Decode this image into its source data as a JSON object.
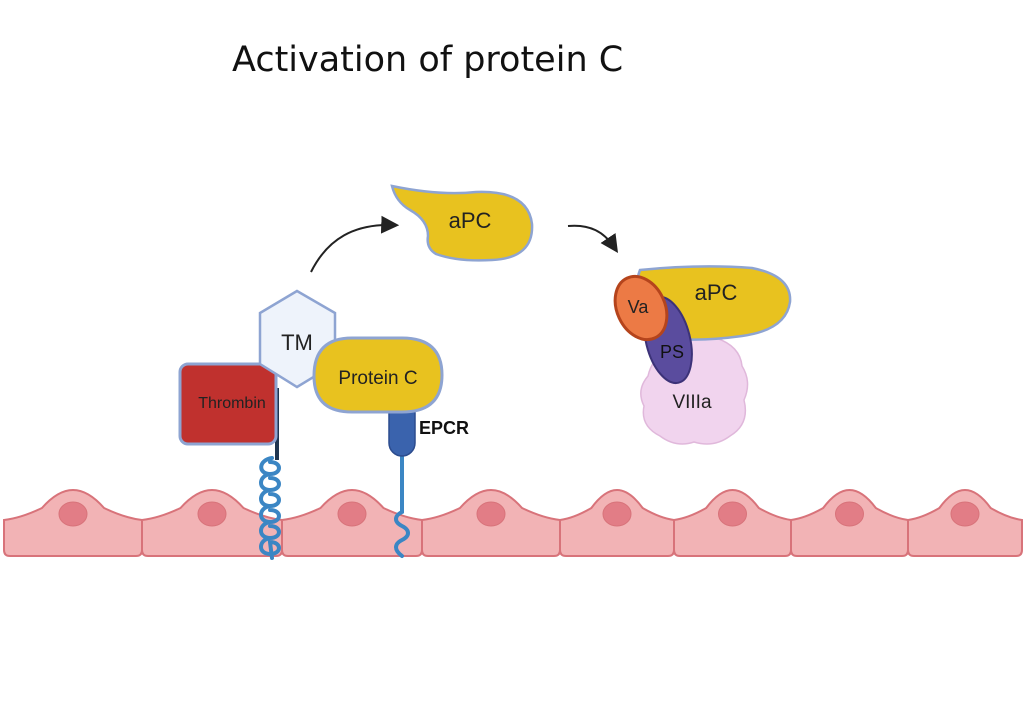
{
  "title": "Activation of protein C",
  "labels": {
    "tm": "TM",
    "thrombin": "Thrombin",
    "protein_c": "Protein C",
    "epcr": "EPCR",
    "apc_free": "aPC",
    "apc_complex": "aPC",
    "va": "Va",
    "ps": "PS",
    "viiia": "VIIIa"
  },
  "colors": {
    "cell_fill": "#f2b3b5",
    "cell_stroke": "#d8737a",
    "nucleus": "#e27d86",
    "thrombin": "#c0312e",
    "tm": "#eef3fb",
    "apc": "#e8c21f",
    "epcr": "#3a63ad",
    "receptor_coil": "#3b86c4",
    "va": "#ec7a45",
    "ps": "#5a4c9e",
    "viiia": "#f1d4ee",
    "outline": "#8ea4d2"
  }
}
